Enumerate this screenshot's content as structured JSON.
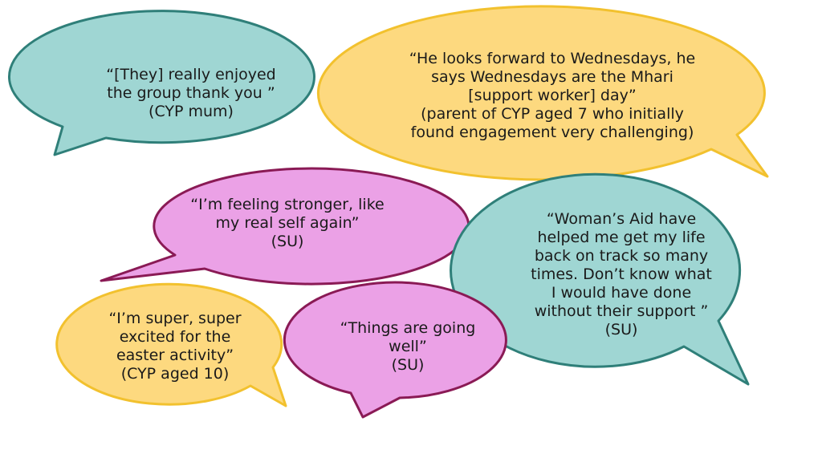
{
  "colors": {
    "teal_fill": "#9fd6d3",
    "teal_stroke": "#2f7f79",
    "yellow_fill": "#fdd97f",
    "yellow_stroke": "#f2c12e",
    "pink_fill": "#eba1e6",
    "pink_stroke": "#8a1a55"
  },
  "quotes": [
    {
      "id": "cyp-mum",
      "color": "teal",
      "lines": [
        "“[They] really enjoyed",
        "the group thank you ”",
        "(CYP mum)"
      ]
    },
    {
      "id": "wednesdays",
      "color": "yellow",
      "lines": [
        "“He looks forward to Wednesdays, he",
        "says Wednesdays are the Mhari",
        "[support worker] day”",
        "(parent of CYP aged 7 who initially",
        "found engagement very challenging)"
      ]
    },
    {
      "id": "feeling-stronger",
      "color": "pink",
      "lines": [
        "“I’m feeling stronger, like",
        "my real self again”",
        "(SU)"
      ]
    },
    {
      "id": "womans-aid",
      "color": "teal",
      "lines": [
        "“Woman’s Aid have",
        "helped me get my life",
        "back on track so many",
        "times. Don’t know what",
        "I would have done",
        "without their support ”",
        "(SU)"
      ]
    },
    {
      "id": "easter-activity",
      "color": "yellow",
      "lines": [
        "“I’m super, super",
        "excited for the",
        "easter activity”",
        "(CYP aged 10)"
      ]
    },
    {
      "id": "going-well",
      "color": "pink",
      "lines": [
        "“Things are going",
        "well”",
        "(SU)"
      ]
    }
  ]
}
